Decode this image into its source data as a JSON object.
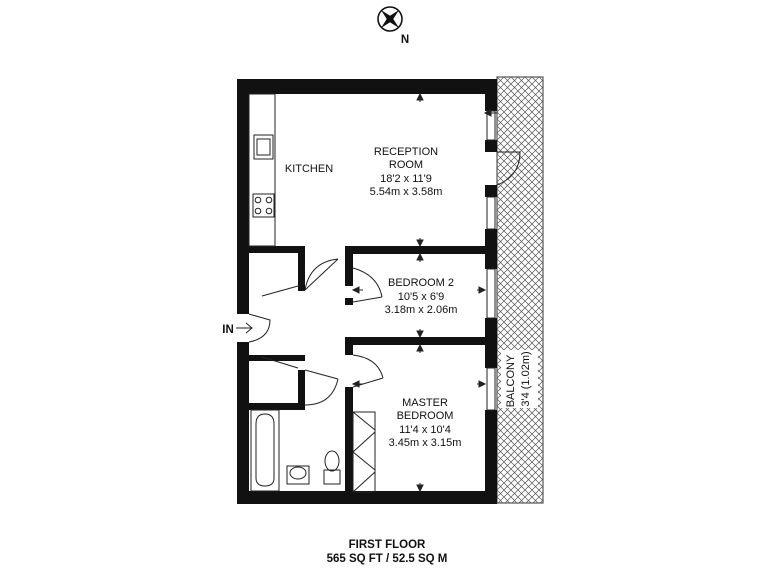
{
  "compass": {
    "north_label": "N",
    "icon": "compass-rose-icon"
  },
  "entrance_label": "IN",
  "rooms": {
    "reception": {
      "name_line1": "RECEPTION",
      "name_line2": "ROOM",
      "imperial": "18'2 x 11'9",
      "metric": "5.54m x 3.58m"
    },
    "kitchen": {
      "name": "KITCHEN"
    },
    "bedroom2": {
      "name": "BEDROOM 2",
      "imperial": "10'5 x 6'9",
      "metric": "3.18m x 2.06m"
    },
    "master": {
      "name_line1": "MASTER",
      "name_line2": "BEDROOM",
      "imperial": "11'4 x 10'4",
      "metric": "3.45m x 3.15m"
    },
    "balcony": {
      "name": "BALCONY",
      "size": "3'4 (1.02m)"
    }
  },
  "footer": {
    "floor": "FIRST FLOOR",
    "area": "565 SQ FT / 52.5 SQ M"
  },
  "colors": {
    "wall": "#111111",
    "line": "#222222",
    "balcony_hatch": "#555555"
  }
}
